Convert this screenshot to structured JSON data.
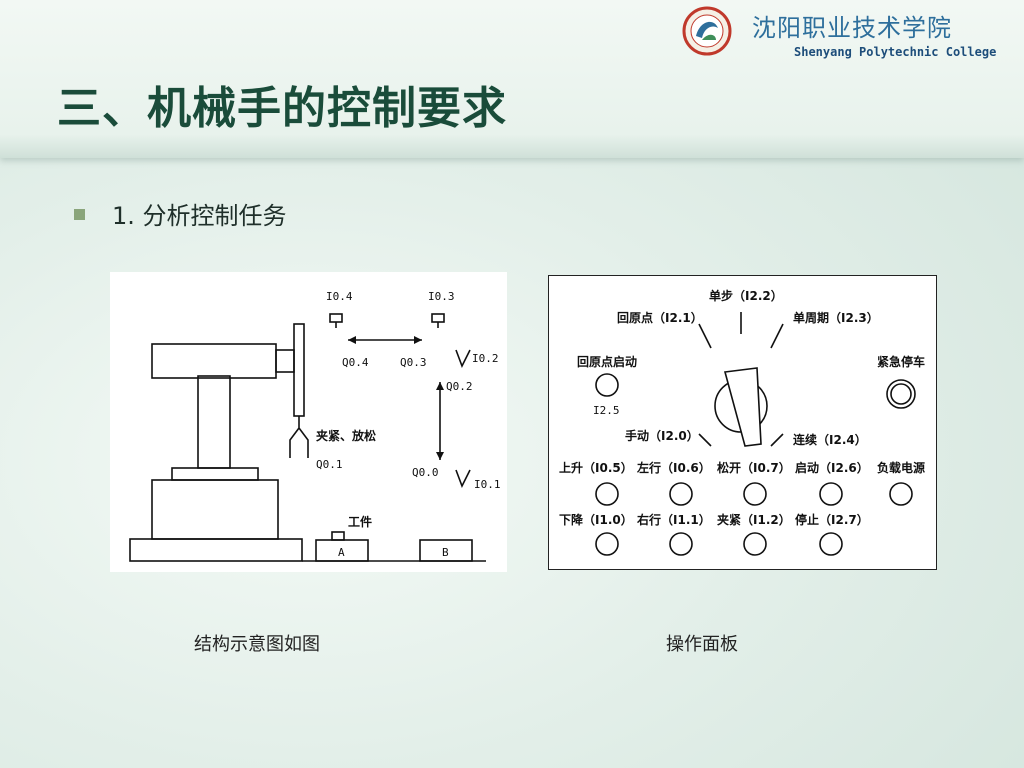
{
  "header": {
    "college_cn": "沈阳职业技术学院",
    "college_en": "Shenyang Polytechnic College"
  },
  "title": "三、机械手的控制要求",
  "bullet": "1. 分析控制任务",
  "arm_diagram": {
    "labels": {
      "i04": "I0.4",
      "i03": "I0.3",
      "q04": "Q0.4",
      "q03": "Q0.3",
      "i02": "I0.2",
      "q02": "Q0.2",
      "clamp": "夹紧、放松",
      "q01": "Q0.1",
      "q00": "Q0.0",
      "i01": "I0.1",
      "workpiece": "工件",
      "a": "A",
      "b": "B"
    }
  },
  "panel_diagram": {
    "labels": {
      "single_step": "单步（I2.2）",
      "home_point": "回原点（I2.1）",
      "single_cycle": "单周期（I2.3）",
      "home_start": "回原点启动",
      "i25": "I2.5",
      "emergency_stop": "紧急停车",
      "manual": "手动（I2.0）",
      "continuous": "连续（I2.4）",
      "up": "上升（I0.5）",
      "left": "左行（I0.6）",
      "release": "松开（I0.7）",
      "start": "启动（I2.6）",
      "load_power": "负载电源",
      "down": "下降（I1.0）",
      "right": "右行（I1.1）",
      "clamp": "夹紧（I1.2）",
      "stop": "停止（I2.7）"
    }
  },
  "captions": {
    "left": "结构示意图如图",
    "right": "操作面板"
  }
}
